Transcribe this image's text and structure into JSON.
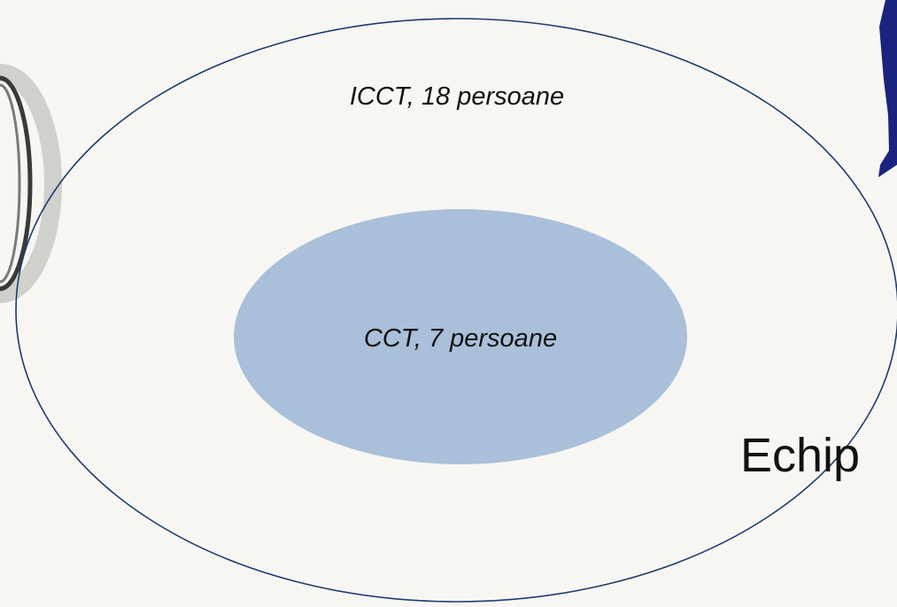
{
  "diagram": {
    "outer_label": "ICCT, 18 persoane",
    "inner_label": "CCT, 7 persoane",
    "side_text": "Echip"
  },
  "colors": {
    "background": "#f7f6f2",
    "outer_stroke": "#1f3b6e",
    "inner_fill": "#aabfd9",
    "logo_blue": "#1a237e",
    "text": "#111111"
  }
}
